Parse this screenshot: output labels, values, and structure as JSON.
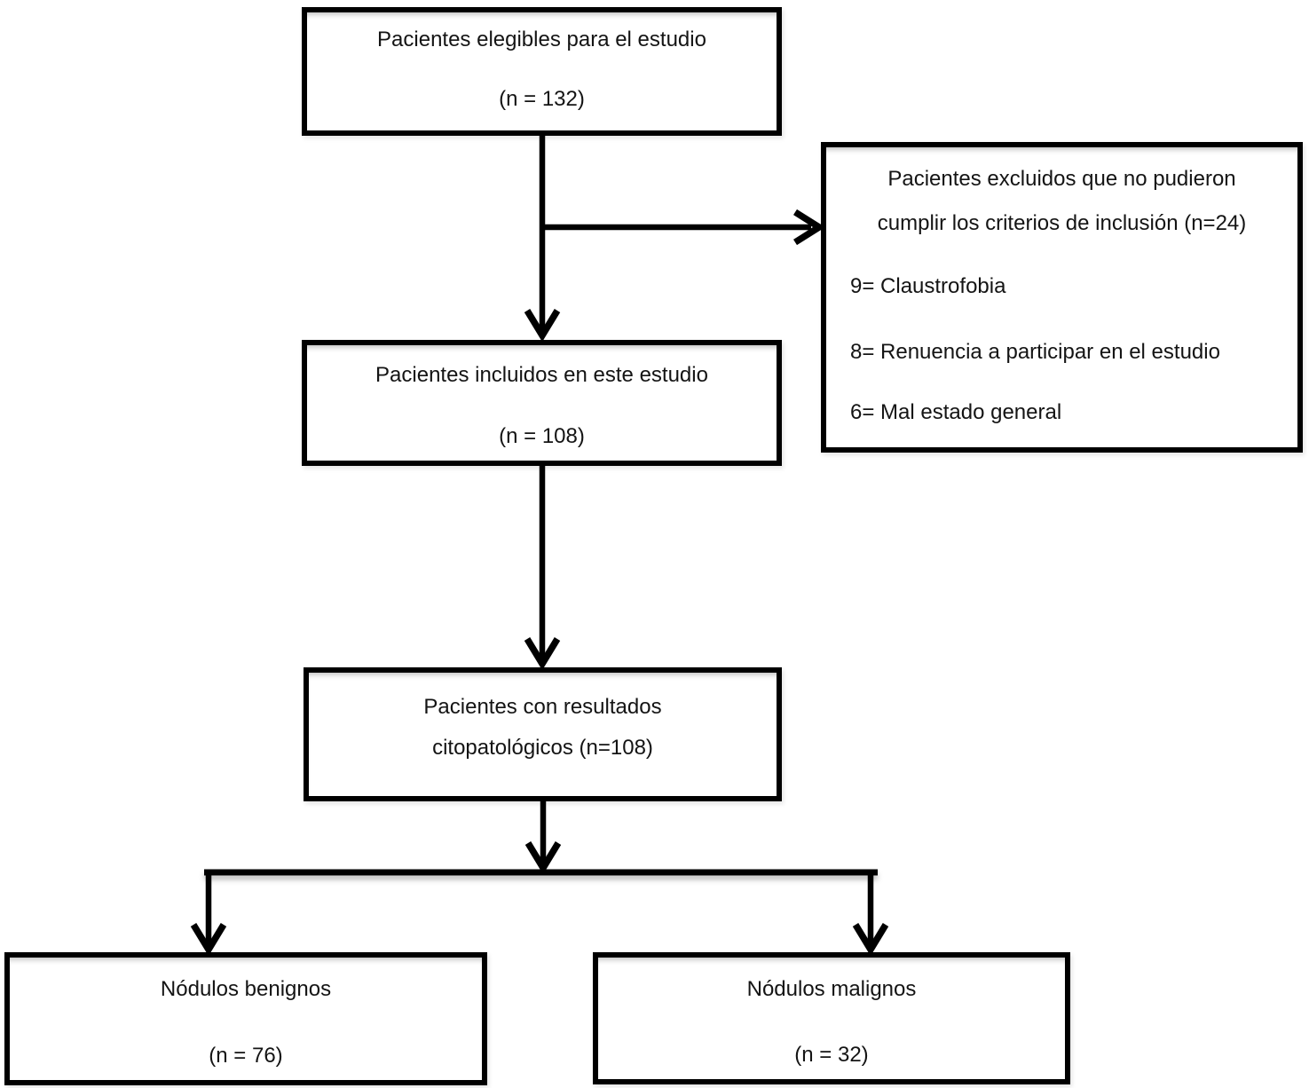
{
  "diagram": {
    "type": "flowchart",
    "colors": {
      "background": "#ffffff",
      "line": "#000000",
      "text": "#141414"
    },
    "boxes": {
      "eligible": {
        "title": "Pacientes elegibles para el estudio",
        "count": "(n = 132)"
      },
      "excluded": {
        "title_line1": "Pacientes excluidos que no pudieron",
        "title_line2": "cumplir los criterios de inclusión (n=24)",
        "reasons": [
          "9= Claustrofobia",
          "8= Renuencia a participar en el estudio",
          "6= Mal estado general"
        ]
      },
      "included": {
        "title": "Pacientes incluidos en este estudio",
        "count": "(n = 108)"
      },
      "cytology": {
        "title_line1": "Pacientes con resultados",
        "title_line2": "citopatológicos (n=108)"
      },
      "benign": {
        "title": "Nódulos benignos",
        "count": "(n = 76)"
      },
      "malignant": {
        "title": "Nódulos malignos",
        "count": "(n = 32)"
      }
    }
  }
}
